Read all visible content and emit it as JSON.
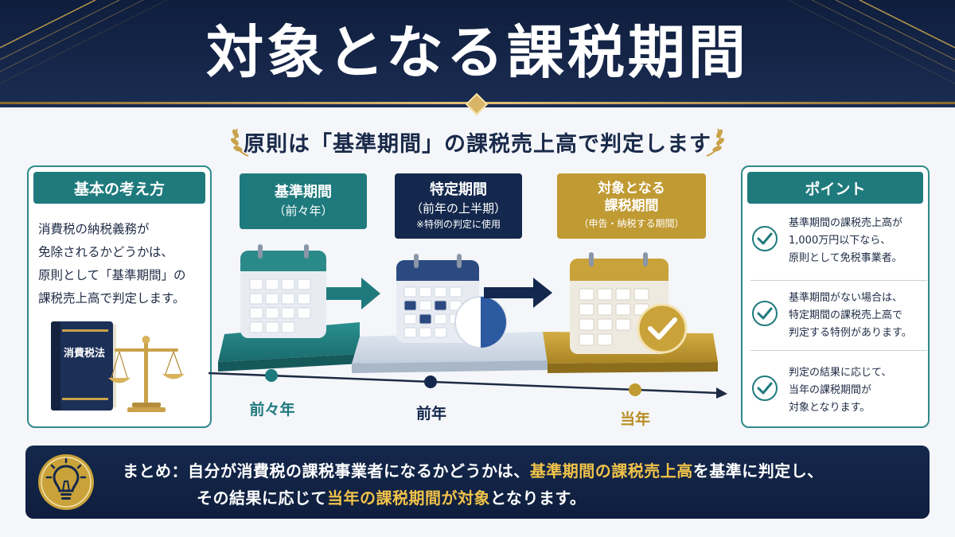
{
  "header": {
    "title": "対象となる課税期間"
  },
  "subtitle": "原則は「基準期間」の課税売上高で判定します",
  "left_panel": {
    "heading": "基本の考え方",
    "lines": [
      "消費税の納税義務が",
      "免除されるかどうかは、",
      "原則として「基準期間」の",
      "課税売上高で判定します。"
    ],
    "book_label": "消費税法"
  },
  "periods": [
    {
      "title": "基準期間",
      "sub": "（前々年）"
    },
    {
      "title": "特定期間",
      "sub": "（前年の上半期）",
      "note": "※特例の判定に使用"
    },
    {
      "title_line1": "対象となる",
      "title_line2": "課税期間",
      "sub": "（申告・納税する期間）"
    }
  ],
  "timeline": {
    "labels": [
      "前々年",
      "前年",
      "当年"
    ]
  },
  "right_panel": {
    "heading": "ポイント",
    "points": [
      {
        "lines": [
          "基準期間の課税売上高が",
          "1,000万円以下なら、",
          "原則として免税事業者。"
        ]
      },
      {
        "lines": [
          "基準期間がない場合は、",
          "特定期間の課税売上高で",
          "判定する特例があります。"
        ]
      },
      {
        "lines": [
          "判定の結果に応じて、",
          "当年の課税期間が",
          "対象となります。"
        ]
      }
    ]
  },
  "summary": {
    "label": "まとめ：",
    "line1_a": "自分が消費税の課税事業者になるかどうかは、",
    "line1_highlight": "基準期間の課税売上高",
    "line1_b": "を基準に判定し、",
    "line2_a": "その結果に応じて",
    "line2_highlight": "当年の課税期間が対象",
    "line2_b": "となります。"
  },
  "colors": {
    "navy": "#14284d",
    "teal": "#1f7a7d",
    "gold": "#c09a32",
    "highlight": "#f0c24a"
  }
}
